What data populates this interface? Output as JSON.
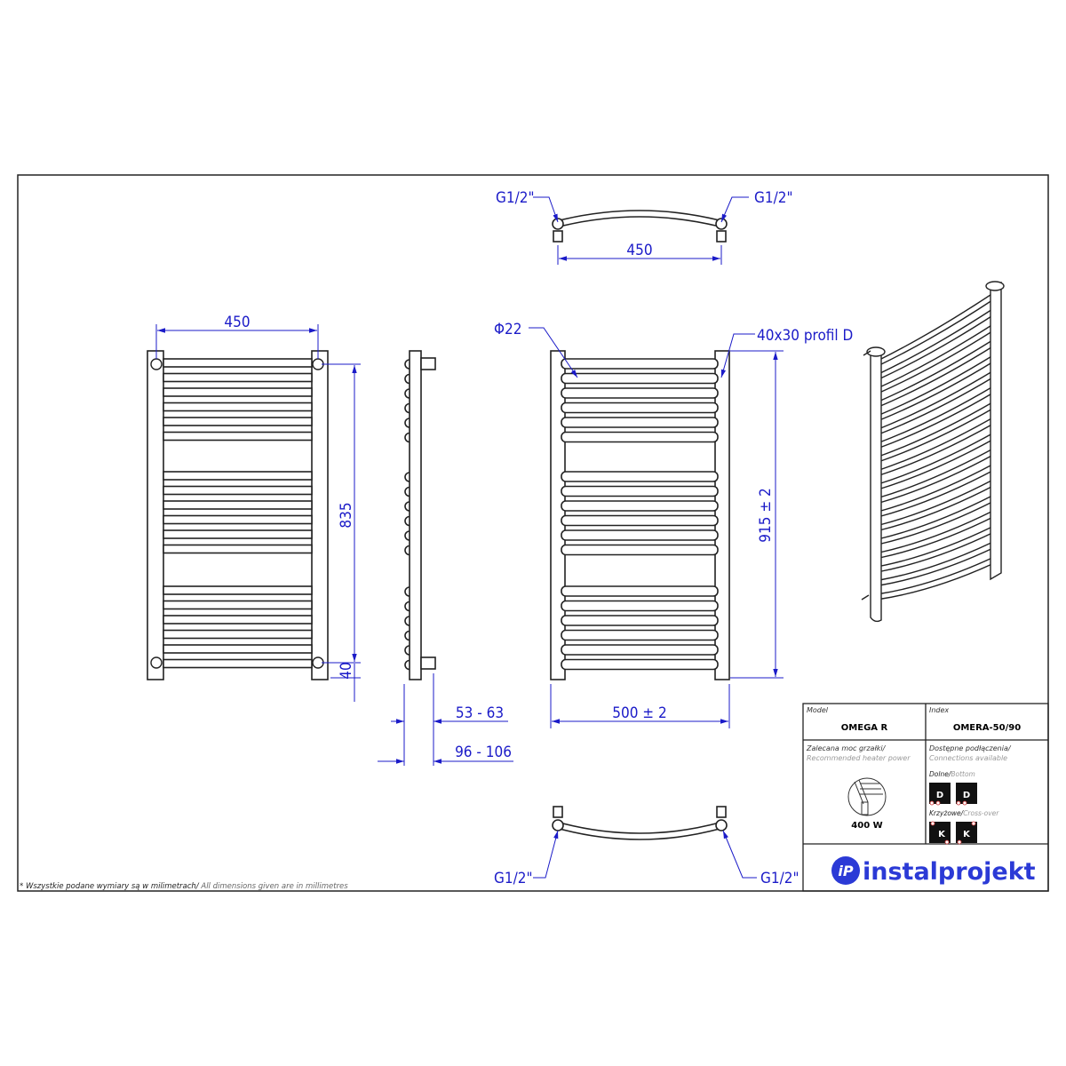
{
  "dimensions": {
    "front_width": "450",
    "front_height": "835",
    "front_bottom": "40",
    "side_depth_1": "53 - 63",
    "side_depth_2": "96 - 106",
    "tube_diameter": "Φ22",
    "profile": "40x30 profil D",
    "overall_height": "915 ± 2",
    "overall_width": "500 ± 2",
    "top_width": "450",
    "thread_top_left": "G1/2\"",
    "thread_top_right": "G1/2\"",
    "thread_bottom_left": "G1/2\"",
    "thread_bottom_right": "G1/2\""
  },
  "footnote": {
    "pl": "* Wszystkie podane wymiary są w milimetrach/",
    "en": " All dimensions given are in millimetres"
  },
  "title_block": {
    "model_label": "Model",
    "model_value": "OMEGA R",
    "index_label": "Index",
    "index_value": "OMERA-50/90",
    "heater_label_pl": "Zalecana moc grzałki/",
    "heater_label_en": "Recommended heater power",
    "heater_power": "400 W",
    "connections_label_pl": "Dostępne podłączenia/",
    "connections_label_en": "Connections available",
    "bottom_pl": "Dolne/",
    "bottom_en": "Bottom",
    "bottom_badges": [
      "D",
      "D"
    ],
    "cross_pl": "Krzyżowe/",
    "cross_en": "Cross-over",
    "cross_badges": [
      "K",
      "K"
    ],
    "logo_text": "instalprojekt",
    "logo_mark": "iP"
  },
  "colors": {
    "dimension": "#1b1bc8",
    "brand": "#2b3ad6"
  }
}
